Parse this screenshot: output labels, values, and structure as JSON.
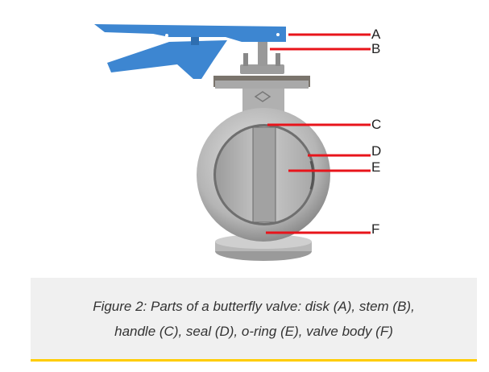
{
  "figure": {
    "labels": [
      "A",
      "B",
      "C",
      "D",
      "E",
      "F"
    ],
    "colors": {
      "handle": "#3d86d1",
      "leader": "#e8141b",
      "steel": "#b9b9b9",
      "caption_bg": "#f0f0f0",
      "caption_border": "#ffcc00"
    }
  },
  "caption": {
    "line1": "Figure 2: Parts of a butterfly valve: disk (A), stem (B),",
    "line2": "handle (C), seal (D), o-ring (E), valve body (F)"
  }
}
